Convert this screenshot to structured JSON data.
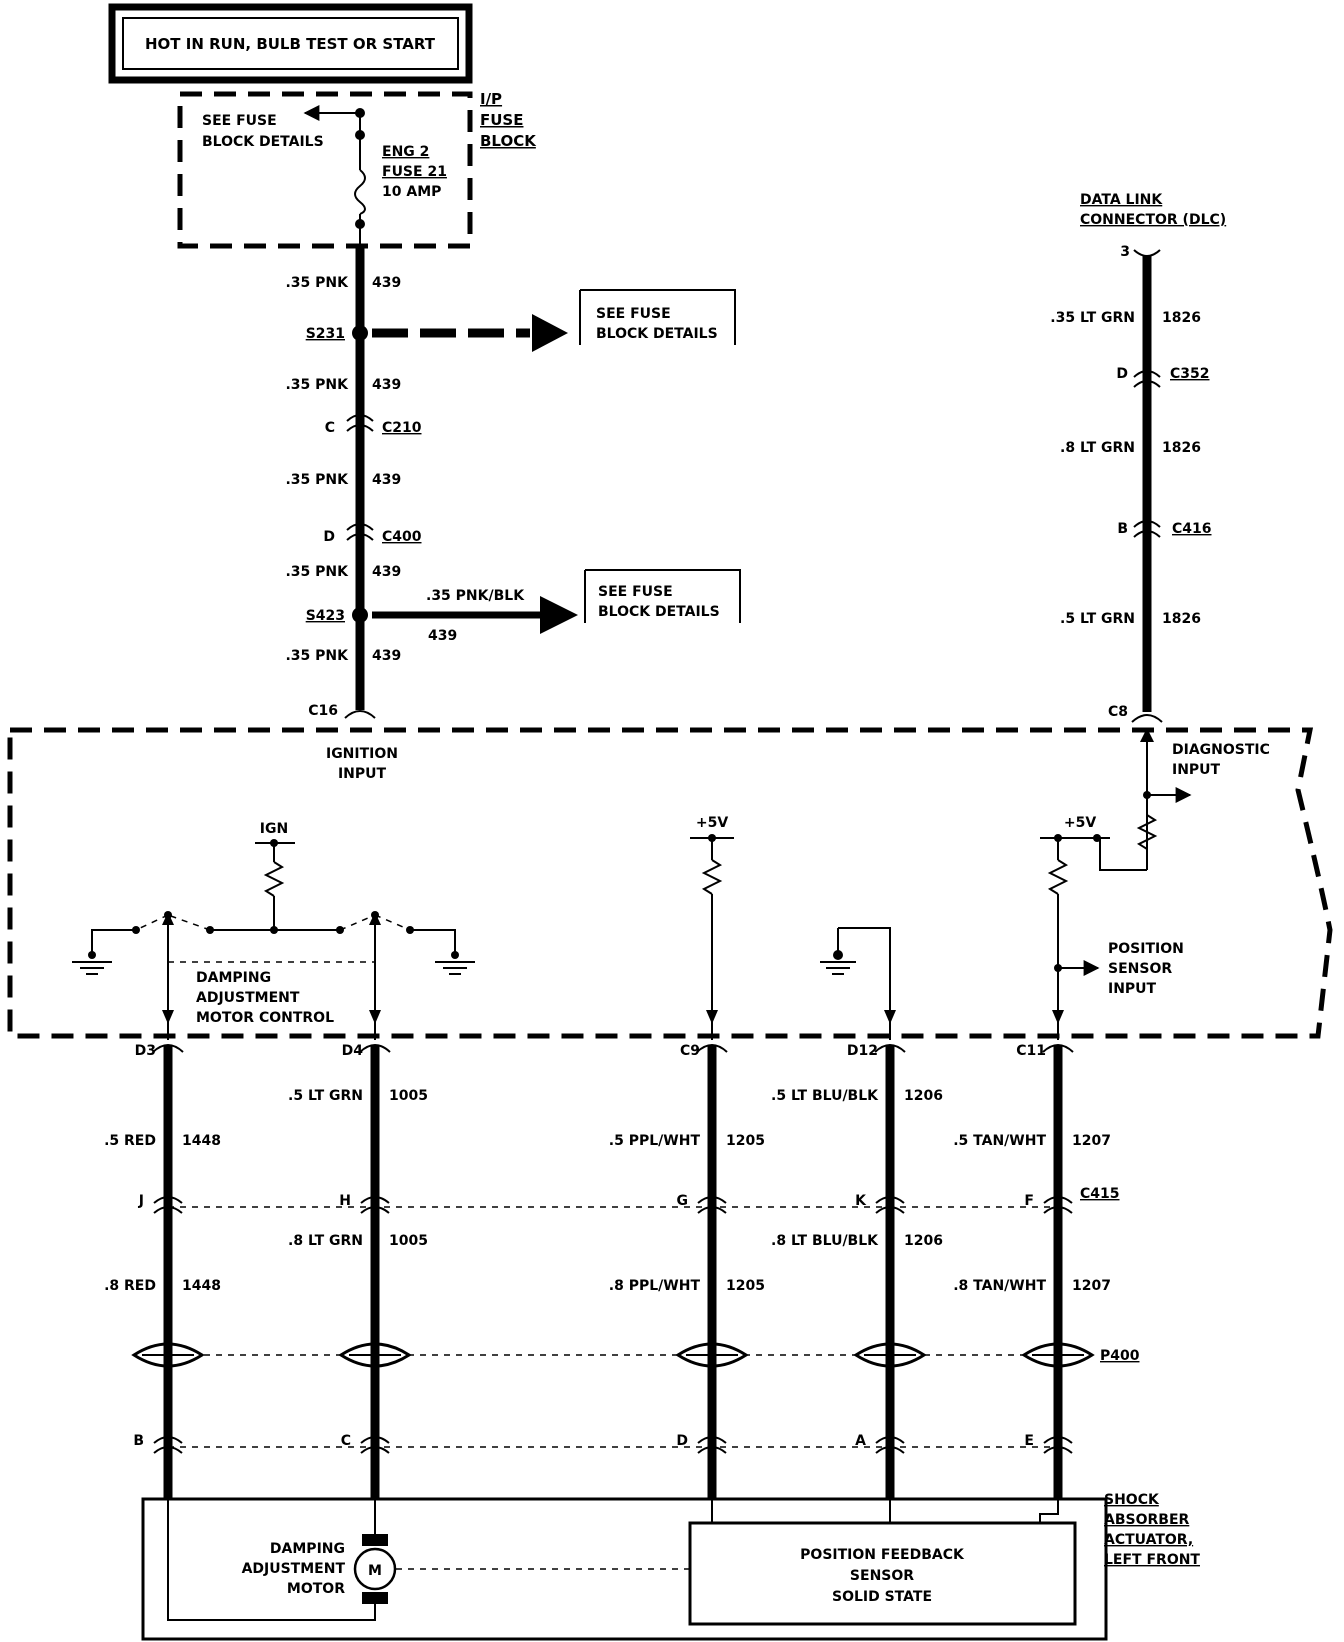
{
  "header": {
    "title": "HOT IN RUN, BULB TEST OR START"
  },
  "fuse_block": {
    "name_l1": "I/P",
    "name_l2": "FUSE",
    "name_l3": "BLOCK",
    "see_l1": "SEE FUSE",
    "see_l2": "BLOCK DETAILS",
    "fuse_l1": "ENG 2",
    "fuse_l2": "FUSE 21",
    "fuse_l3": "10 AMP"
  },
  "ignition_chain": {
    "wires": [
      {
        "gauge": ".35 PNK",
        "circuit": "439"
      },
      {
        "gauge": ".35 PNK",
        "circuit": "439"
      },
      {
        "gauge": ".35 PNK",
        "circuit": "439"
      },
      {
        "gauge": ".35 PNK",
        "circuit": "439"
      },
      {
        "gauge": ".35 PNK",
        "circuit": "439"
      }
    ],
    "splice1": "S231",
    "splice2": "S423",
    "c210_pin": "C",
    "c210": "C210",
    "c400_pin": "D",
    "c400": "C400",
    "branch2_gauge": ".35 PNK/BLK",
    "branch2_circuit": "439",
    "see1_l1": "SEE FUSE",
    "see1_l2": "BLOCK DETAILS",
    "see2_l1": "SEE FUSE",
    "see2_l2": "BLOCK DETAILS",
    "module_pin": "C16"
  },
  "dlc": {
    "title_l1": "DATA LINK",
    "title_l2": "CONNECTOR (DLC)",
    "pin": "3",
    "wires": [
      {
        "gauge": ".35 LT GRN",
        "circuit": "1826"
      },
      {
        "gauge": ".8 LT GRN",
        "circuit": "1826"
      },
      {
        "gauge": ".5 LT GRN",
        "circuit": "1826"
      }
    ],
    "c352_pin": "D",
    "c352": "C352",
    "c416_pin": "B",
    "c416": "C416",
    "module_pin": "C8"
  },
  "module": {
    "ignition_l1": "IGNITION",
    "ignition_l2": "INPUT",
    "diag_l1": "DIAGNOSTIC",
    "diag_l2": "INPUT",
    "ign": "IGN",
    "plus5v_a": "+5V",
    "plus5v_b": "+5V",
    "damp_l1": "DAMPING",
    "damp_l2": "ADJUSTMENT",
    "damp_l3": "MOTOR CONTROL",
    "pos_l1": "POSITION",
    "pos_l2": "SENSOR",
    "pos_l3": "INPUT"
  },
  "columns": [
    {
      "pin_top": "D3",
      "g1": ".5 RED",
      "c1": "1448",
      "c415_pin": "J",
      "g2": ".8 RED",
      "c2": "1448",
      "act_pin": "B"
    },
    {
      "pin_top": "D4",
      "g1": ".5 LT GRN",
      "c1": "1005",
      "c415_pin": "H",
      "g2": ".8 LT GRN",
      "c2": "1005",
      "act_pin": "C"
    },
    {
      "pin_top": "C9",
      "g1": ".5 PPL/WHT",
      "c1": "1205",
      "c415_pin": "G",
      "g2": ".8 PPL/WHT",
      "c2": "1205",
      "act_pin": "D"
    },
    {
      "pin_top": "D12",
      "g1": ".5 LT BLU/BLK",
      "c1": "1206",
      "c415_pin": "K",
      "g2": ".8 LT BLU/BLK",
      "c2": "1206",
      "act_pin": "A"
    },
    {
      "pin_top": "C11",
      "g1": ".5 TAN/WHT",
      "c1": "1207",
      "c415_pin": "F",
      "g2": ".8 TAN/WHT",
      "c2": "1207",
      "act_pin": "E"
    }
  ],
  "c415": "C415",
  "p400": "P400",
  "actuator": {
    "name_l1": "SHOCK",
    "name_l2": "ABSORBER",
    "name_l3": "ACTUATOR,",
    "name_l4": "LEFT FRONT",
    "motor_l1": "DAMPING",
    "motor_l2": "ADJUSTMENT",
    "motor_l3": "MOTOR",
    "motor_symbol": "M",
    "sensor_l1": "POSITION FEEDBACK",
    "sensor_l2": "SENSOR",
    "sensor_l3": "SOLID STATE"
  }
}
